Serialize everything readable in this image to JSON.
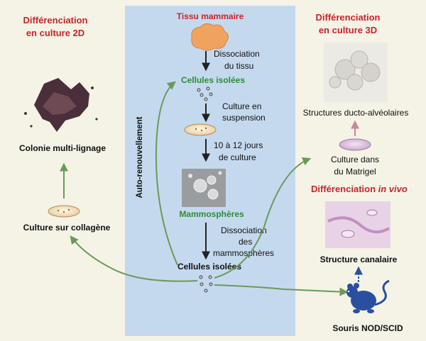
{
  "colors": {
    "background": "#f4f3e6",
    "center_panel": "#c5d9ee",
    "red_heading": "#cc2229",
    "pink_tissue": "#f0a35e",
    "green_label": "#2f8a3a",
    "arrow_green": "#6a9a5a",
    "arrow_dark": "#222222",
    "mouse_blue": "#2a4fa0"
  },
  "headings": {
    "diff_2d": [
      "Différenciation",
      "en culture 2D"
    ],
    "diff_3d": [
      "Différenciation",
      "en culture 3D"
    ],
    "diff_vivo_prefix": "Différenciation ",
    "diff_vivo_italic": "in vivo"
  },
  "center": {
    "tissu": "Tissu mammaire",
    "dissociation_tissu": [
      "Dissociation",
      "du tissu"
    ],
    "cellules_isolees_1": "Cellules isolées",
    "culture_suspension": [
      "Culture en",
      "suspension"
    ],
    "jours_culture": [
      "10 à 12 jours",
      "de culture"
    ],
    "mammospheres": "Mammosphères",
    "dissociation_mammo": [
      "Dissociation",
      "des",
      "mammosphères"
    ],
    "cellules_isolees_2": "Cellules isolées",
    "auto_renouvellement": "Auto-renouvellement"
  },
  "left": {
    "colonie": "Colonie multi-lignage",
    "culture_collagene": "Culture sur collagène"
  },
  "right": {
    "structures_ducto": "Structures ducto-alvéolaires",
    "culture_matrigel": [
      "Culture dans",
      "du Matrigel"
    ],
    "structure_canalaire": "Structure canalaire",
    "souris": "Souris NOD/SCID"
  },
  "icons": {
    "mouse": "mouse-icon",
    "dish": "petri-dish-icon",
    "tissue": "tissue-blob-icon"
  }
}
